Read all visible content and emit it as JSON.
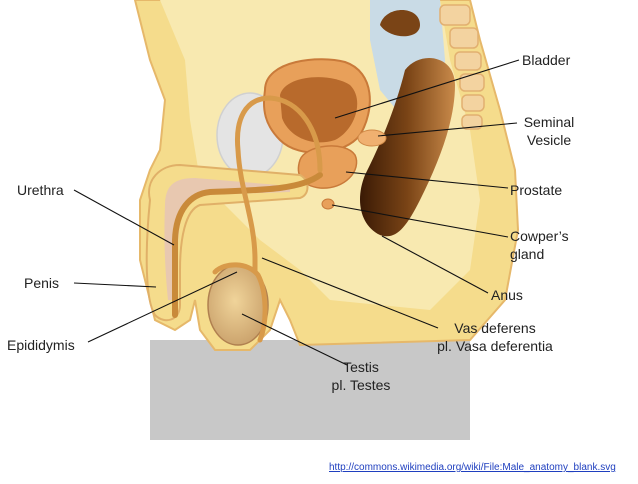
{
  "labels": {
    "bladder": "Bladder",
    "seminal_vesicle": [
      "Seminal",
      "Vesicle"
    ],
    "prostate": "Prostate",
    "cowpers_gland": [
      "Cowper’s",
      "gland"
    ],
    "anus": "Anus",
    "vas_deferens": [
      "Vas deferens",
      "pl. Vasa deferentia"
    ],
    "testis": [
      "Testis",
      "pl. Testes"
    ],
    "urethra": "Urethra",
    "penis": "Penis",
    "epididymis": "Epididymis"
  },
  "source_link": "http://commons.wikimedia.org/wiki/File:Male_anatomy_blank.svg",
  "colors": {
    "skin": "#f5dc8c",
    "tissue": "#f8e9b0",
    "organ_orange": "#e8a05a",
    "bladder": "#c97a3a",
    "rectum_dark": "#5a2d0c",
    "cavity_blue": "#c9dbe6",
    "bone": "#f3d3a0",
    "background_gray": "#c8c8c8"
  }
}
